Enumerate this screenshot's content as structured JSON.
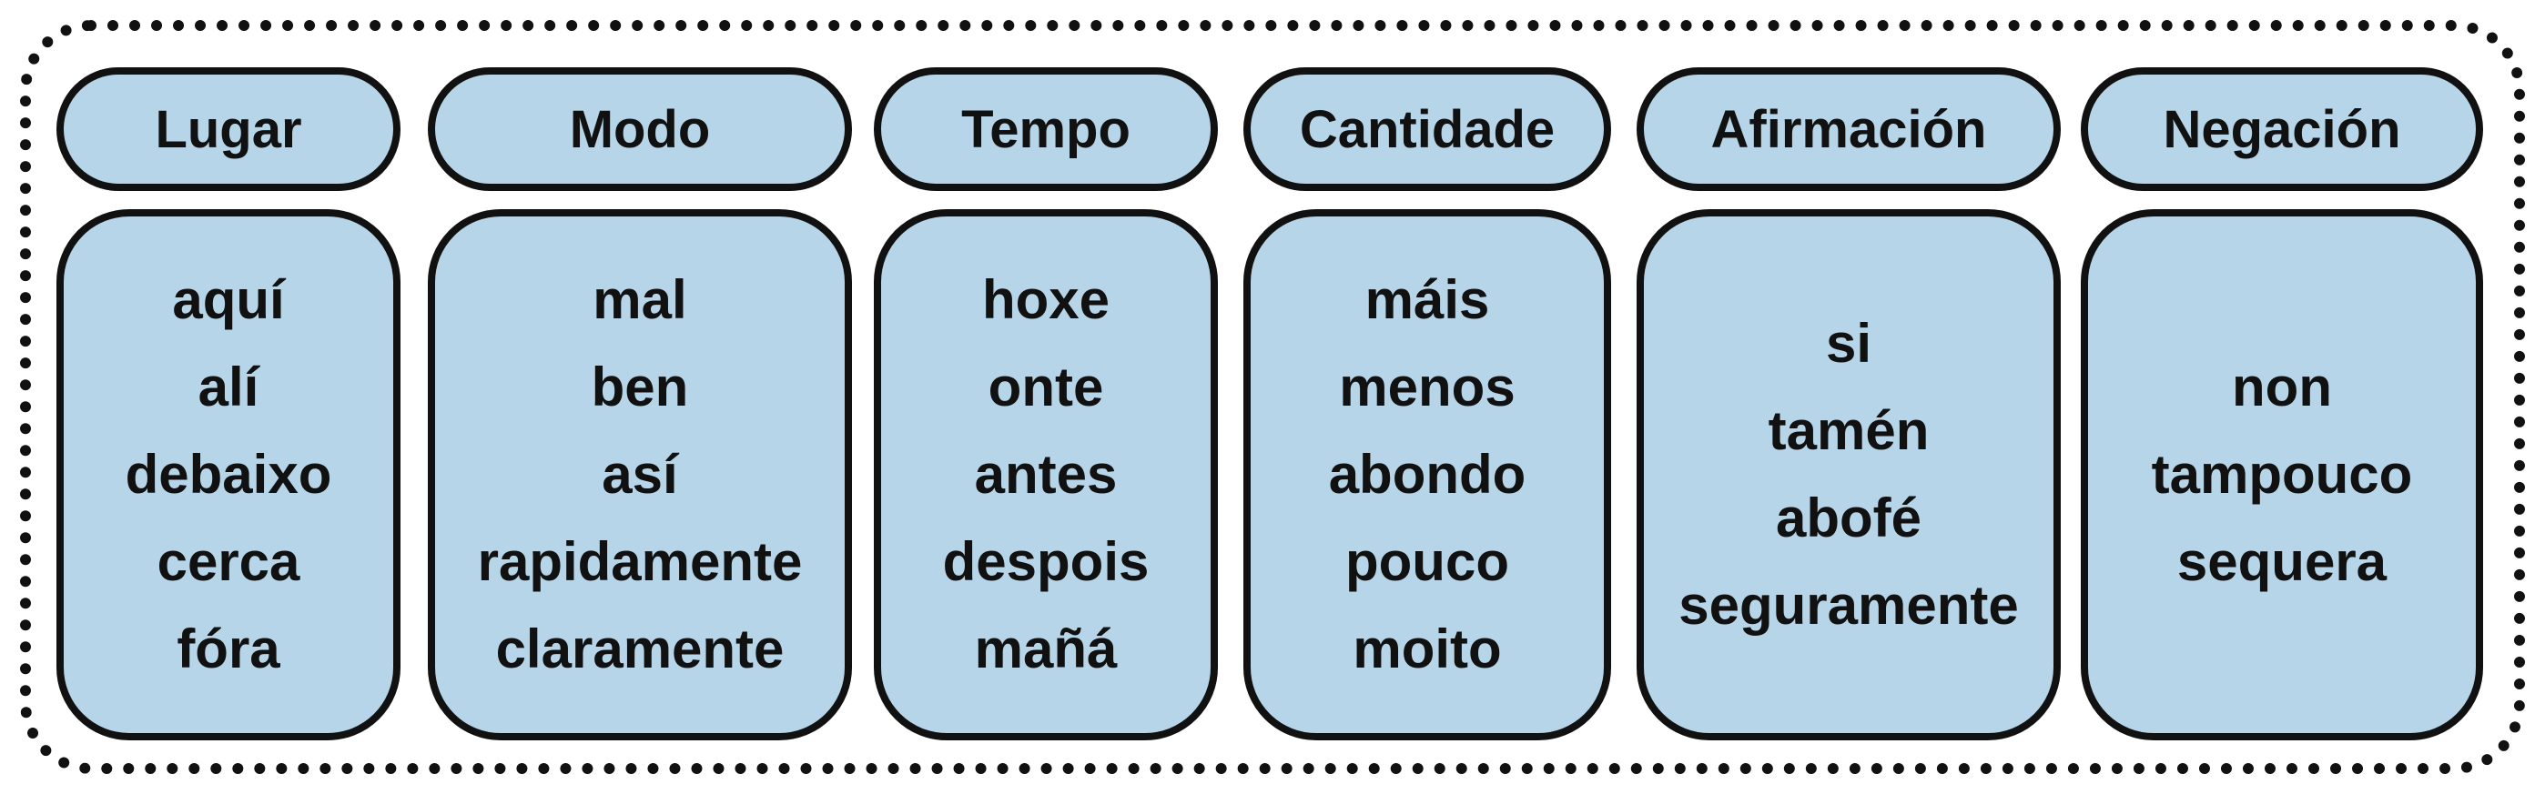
{
  "categories": [
    {
      "title": "Lugar",
      "words": [
        "aquí",
        "alí",
        "debaixo",
        "cerca",
        "fóra"
      ]
    },
    {
      "title": "Modo",
      "words": [
        "mal",
        "ben",
        "así",
        "rapidamente",
        "claramente"
      ]
    },
    {
      "title": "Tempo",
      "words": [
        "hoxe",
        "onte",
        "antes",
        "despois",
        "mañá"
      ]
    },
    {
      "title": "Cantidade",
      "words": [
        "máis",
        "menos",
        "abondo",
        "pouco",
        "moito"
      ]
    },
    {
      "title": "Afirmación",
      "words": [
        "si",
        "tamén",
        "abofé",
        "seguramente"
      ]
    },
    {
      "title": "Negación",
      "words": [
        "non",
        "tampouco",
        "sequera"
      ]
    }
  ],
  "colors": {
    "box_fill": "#b7d5e8",
    "stroke": "#111111",
    "background": "#ffffff"
  }
}
